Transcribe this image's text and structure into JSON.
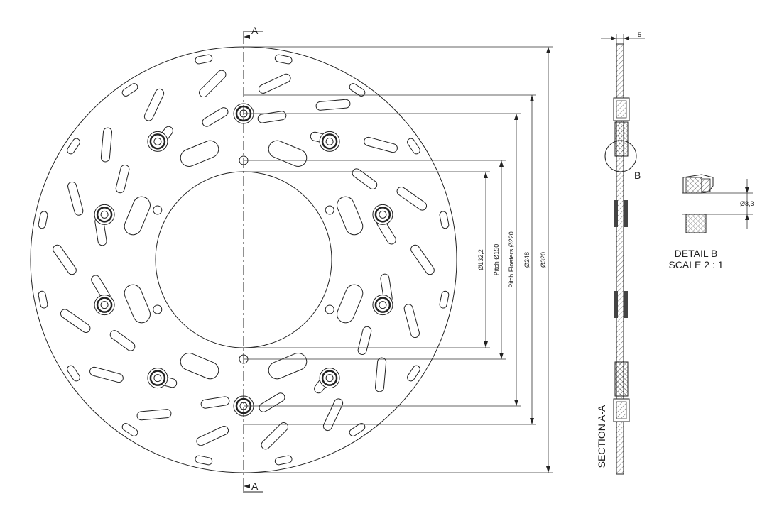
{
  "section_marks": {
    "top": "A",
    "bottom": "A"
  },
  "dimensions": {
    "d132": "Ø132,2",
    "d150": "Pitch Ø150",
    "d220": "Pitch Floaters Ø220",
    "d248": "Ø248",
    "d320": "Ø320",
    "thickness": "5"
  },
  "section_view": {
    "title": "SECTION A-A",
    "detail_callout": "B"
  },
  "detail": {
    "title": "DETAIL B",
    "scale": "SCALE 2 : 1",
    "hole_dim": "Ø8,3"
  },
  "colors": {
    "line": "#222222",
    "background": "#ffffff"
  }
}
